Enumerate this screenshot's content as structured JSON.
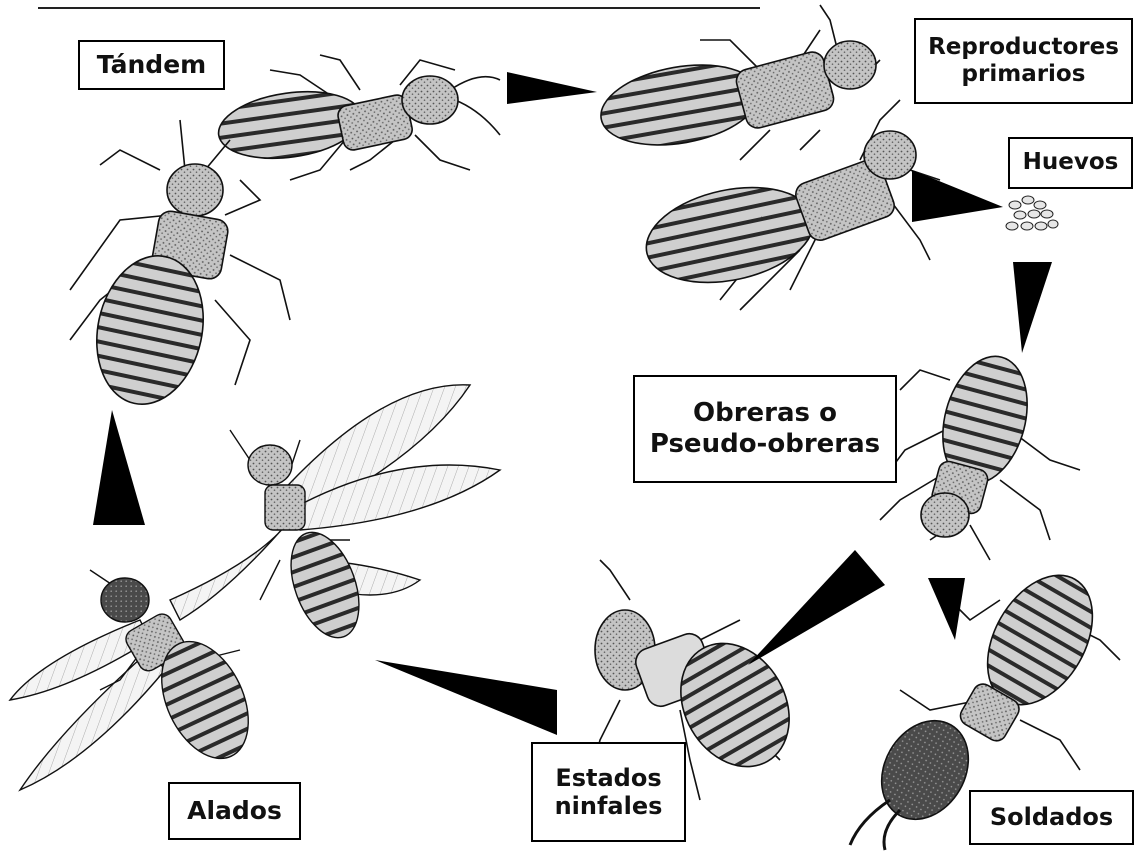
{
  "labels": {
    "tandem": "Tándem",
    "reproductores_1": "Reproductores",
    "reproductores_2": "primarios",
    "huevos": "Huevos",
    "obreras_1": "Obreras o",
    "obreras_2": "Pseudo-obreras",
    "estados_1": "Estados",
    "estados_2": "ninfales",
    "soldados": "Soldados",
    "alados": "Alados"
  },
  "colors": {
    "ink": "#111111",
    "body_fill": "#b9b9b9",
    "body_dark": "#3a3a3a",
    "wing_fill": "#efefef",
    "arrow": "#000000"
  },
  "stages": [
    "reproductores-primarios-pair",
    "huevos-cluster",
    "obrera-nymph",
    "soldado",
    "estado-ninfal",
    "alados-pair",
    "tandem-pair"
  ]
}
